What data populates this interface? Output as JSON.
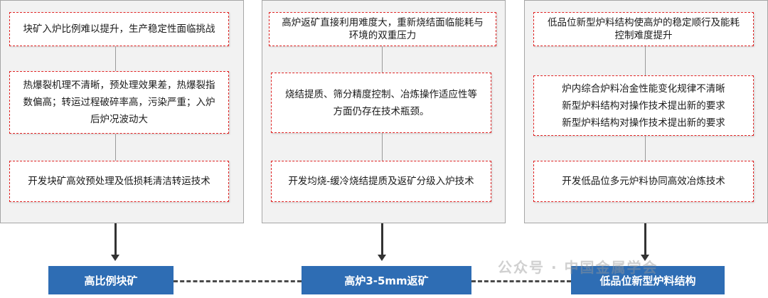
{
  "columns": [
    {
      "top": "块矿入炉比例难以提升，生产稳定性面临挑战",
      "middle": [
        "热爆裂机理不清晰，预处理效果差，热爆裂指",
        "数偏高；转运过程破碎率高，污染严重；入炉",
        "后炉况波动大"
      ],
      "bottom": "开发块矿高效预处理及低损耗清洁转运技术",
      "label": "高比例块矿"
    },
    {
      "top": [
        "高炉返矿直接利用难度大，重新烧结面临能耗与",
        "环境的双重压力"
      ],
      "middle": [
        "烧结提质、筛分精度控制、冶炼操作适应性等",
        "方面仍存在技术瓶颈。"
      ],
      "bottom": "开发均烧-缓冷烧结提质及返矿分级入炉技术",
      "label": "高炉3-5mm返矿"
    },
    {
      "top": [
        "低品位新型炉料结构使高炉的稳定顺行及能耗",
        "控制难度提升"
      ],
      "middle": [
        "炉内综合炉料冶金性能变化规律不清晰",
        "新型炉料结构对操作技术提出新的要求",
        "新型炉料结构对操作技术提出新的要求"
      ],
      "bottom": "开发低品位多元炉料协同高效冶炼技术",
      "label": "低品位新型炉料结构"
    }
  ],
  "watermark": "公众号 · 中国金属学会",
  "colors": {
    "accent": "#2e6db4",
    "dashed_border": "#e02424",
    "panel_bg": "#f2f2f2"
  }
}
